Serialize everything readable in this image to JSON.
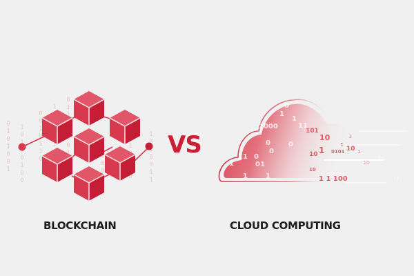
{
  "left": {
    "label": "BLOCKCHAIN",
    "icon": "blockchain-cubes-icon",
    "binary_columns": [
      "0101001",
      "10110100",
      "0010110",
      "1001011",
      "01101001",
      "1100100",
      "0110110",
      "1010011"
    ]
  },
  "center": {
    "vs_label": "VS"
  },
  "right": {
    "label": "CLOUD COMPUTING",
    "icon": "cloud-binary-icon",
    "digits": [
      "1",
      "0",
      "1",
      "1000",
      "11",
      "101",
      "10",
      "0",
      "10",
      "0",
      "1",
      "1",
      "11",
      "0",
      "0",
      "1",
      "01",
      "1",
      "10",
      "1",
      "0101",
      "1",
      "10",
      "11",
      "10",
      "1 1 100",
      "1",
      "10"
    ]
  },
  "colors": {
    "background": "#f0f0f0",
    "accent_red": "#cc1f36",
    "cube_top": "#e2566a",
    "cube_left": "#d73a4f",
    "cube_right": "#c41e36",
    "label_text": "#1c1c1c"
  }
}
